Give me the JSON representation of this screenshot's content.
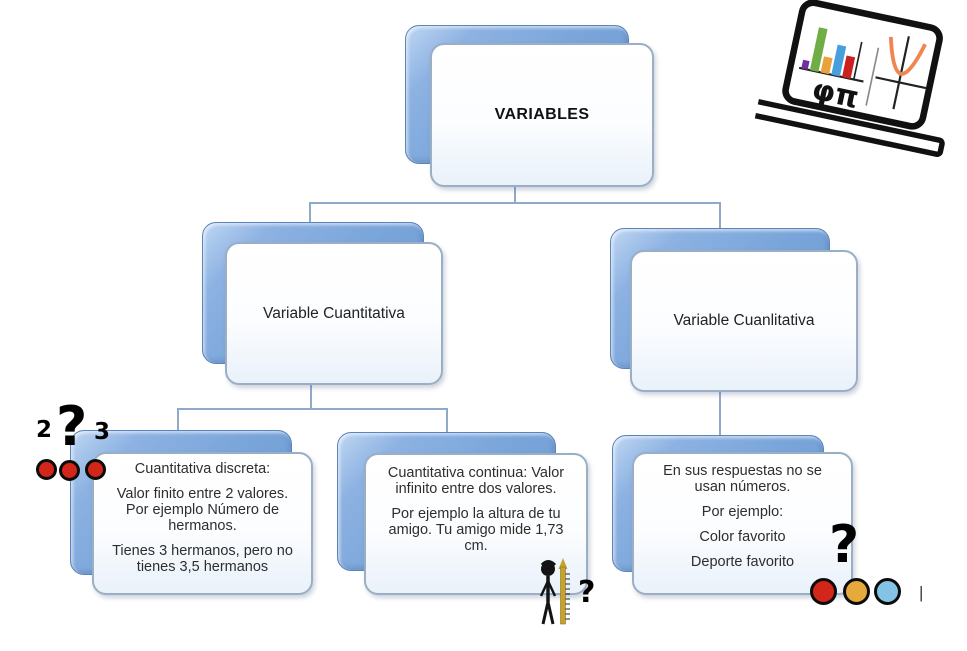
{
  "nodes": {
    "root": {
      "label": "VARIABLES"
    },
    "cuantitativa": {
      "label": "Variable Cuantitativa"
    },
    "cualitativa": {
      "label": "Variable Cuanlitativa"
    },
    "discreta": {
      "p1": "Cuantitativa discreta:",
      "p2": "Valor finito entre 2 valores. Por ejemplo Número de hermanos.",
      "p3": "Tienes 3 hermanos, pero no tienes 3,5 hermanos"
    },
    "continua": {
      "p1": "Cuantitativa continua: Valor infinito entre dos valores.",
      "p2": "Por ejemplo la altura de tu amigo. Tu amigo mide 1,73 cm."
    },
    "cualitativa_ejemplo": {
      "p1": "En sus respuestas no se usan números.",
      "p2": "Por ejemplo:",
      "p3": "Color favorito",
      "p4": "Deporte favorito"
    }
  },
  "annotations": {
    "num_left": "2",
    "question_discreta": "?",
    "num_right": "3",
    "question_continua": "?",
    "question_cualitativa": "?",
    "text_cursor": "|",
    "laptop_symbols": "φπ"
  },
  "colors": {
    "node_blue": "#7da7d9",
    "node_blue_light": "#bed6f3",
    "node_blue_border": "#5a84bc",
    "white_box_border": "#9aaec5",
    "connector": "#8fa9c8",
    "dot_red": "#d3261b",
    "dot_amber": "#e6a93c",
    "dot_sky": "#82c3e6",
    "ruler_yellow": "#c6a32e",
    "parabola_orange": "#f0854f",
    "laptop_bars": [
      "#7030a0",
      "#6fae44",
      "#e8a33d",
      "#45a0dd",
      "#cc2020"
    ]
  }
}
